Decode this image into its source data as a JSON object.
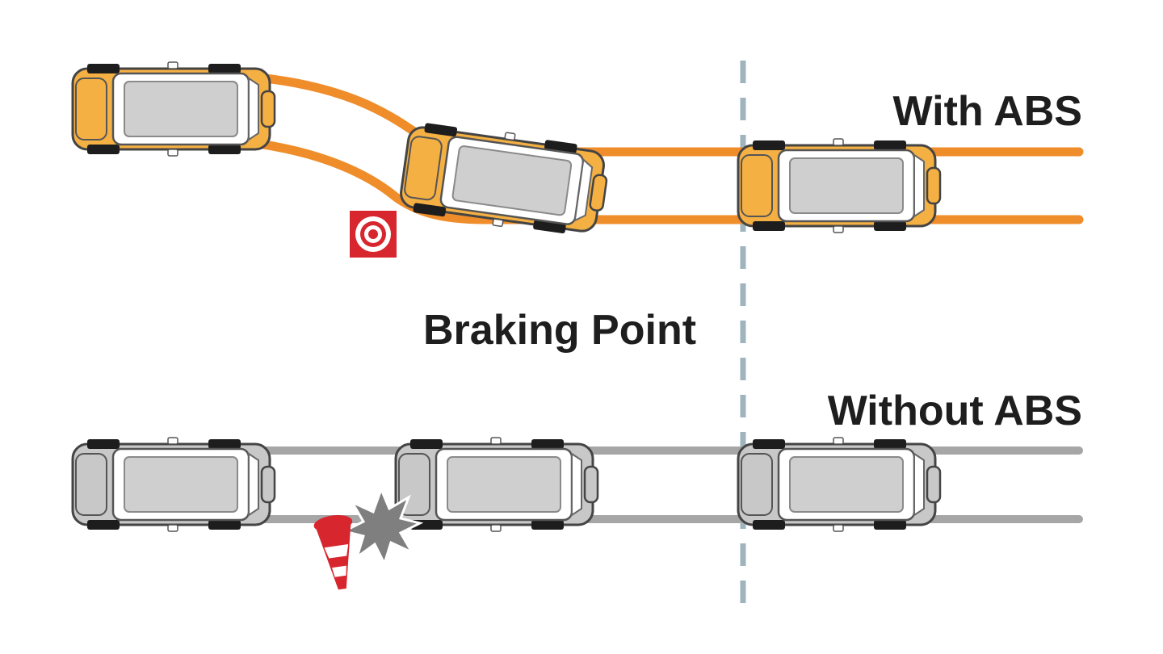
{
  "labels": {
    "with_abs": "With ABS",
    "braking_point": "Braking Point",
    "without_abs": "Without ABS"
  },
  "colors": {
    "with_abs_car": "#f5b043",
    "with_abs_track": "#ef8d2a",
    "without_abs_car": "#c8c8c8",
    "without_abs_track": "#a6a6a6",
    "braking_line": "#9fb4bd",
    "target_sign": "#d8262f",
    "cone": "#d8262f",
    "impact": "#7f7f7f"
  },
  "icons": {
    "braking_target": "target-sign-icon",
    "obstacle": "traffic-cone-icon",
    "collision": "impact-burst-icon"
  }
}
